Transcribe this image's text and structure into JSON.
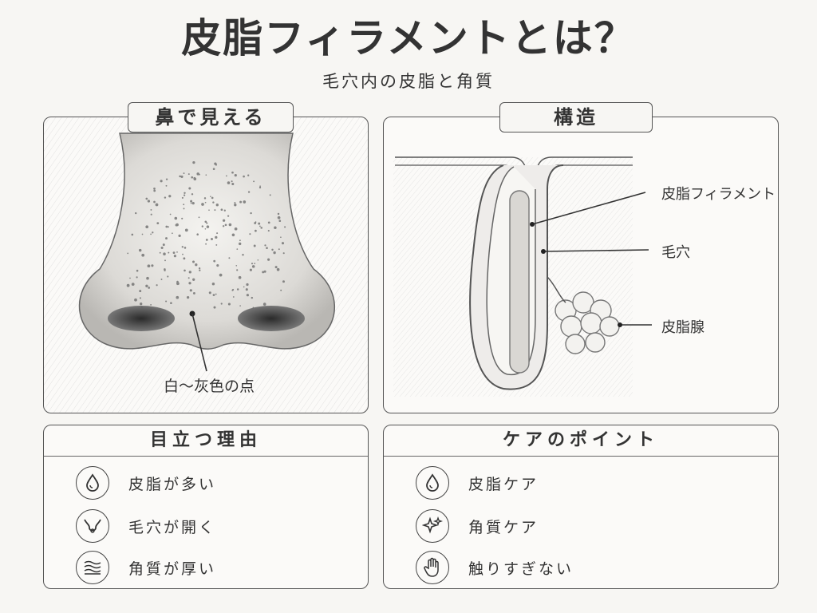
{
  "title": "皮脂フィラメントとは？",
  "subtitle": "毛穴内の皮脂と角質",
  "nose_panel": {
    "tab_label": "鼻で見える",
    "point_label": "白〜灰色の点"
  },
  "structure_panel": {
    "tab_label": "構造",
    "labels": {
      "filament": "皮脂フィラメント",
      "pore": "毛穴",
      "gland": "皮脂腺"
    }
  },
  "reasons": {
    "heading": "目立つ理由",
    "items": [
      {
        "icon": "droplet-icon",
        "label": "皮脂が多い"
      },
      {
        "icon": "open-pore-icon",
        "label": "毛穴が開く"
      },
      {
        "icon": "skin-layers-icon",
        "label": "角質が厚い"
      }
    ]
  },
  "care": {
    "heading": "ケアのポイント",
    "items": [
      {
        "icon": "droplet-icon",
        "label": "皮脂ケア"
      },
      {
        "icon": "sparkle-icon",
        "label": "角質ケア"
      },
      {
        "icon": "hand-icon",
        "label": "触りすぎない"
      }
    ]
  }
}
